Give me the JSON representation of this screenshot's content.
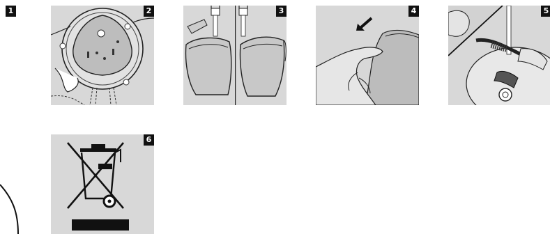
{
  "page": {
    "step_numbers": [
      "1",
      "2",
      "3",
      "4",
      "5",
      "6"
    ]
  }
}
